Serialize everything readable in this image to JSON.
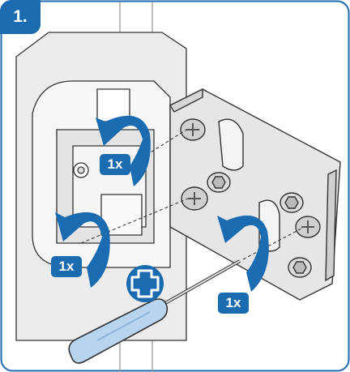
{
  "step": {
    "number": "1."
  },
  "rotation_arrows": [
    {
      "name": "upper-left",
      "count": "1x"
    },
    {
      "name": "lower-left",
      "count": "1x"
    },
    {
      "name": "right",
      "count": "1x"
    }
  ],
  "tool": {
    "icon": "phillips-screwdriver-icon",
    "type": "phillips-screwdriver"
  },
  "colors": {
    "accent": "#1a6bb0",
    "part_fill": "#e9e9e9",
    "line": "#333333",
    "handle": "#b9d4ee"
  }
}
